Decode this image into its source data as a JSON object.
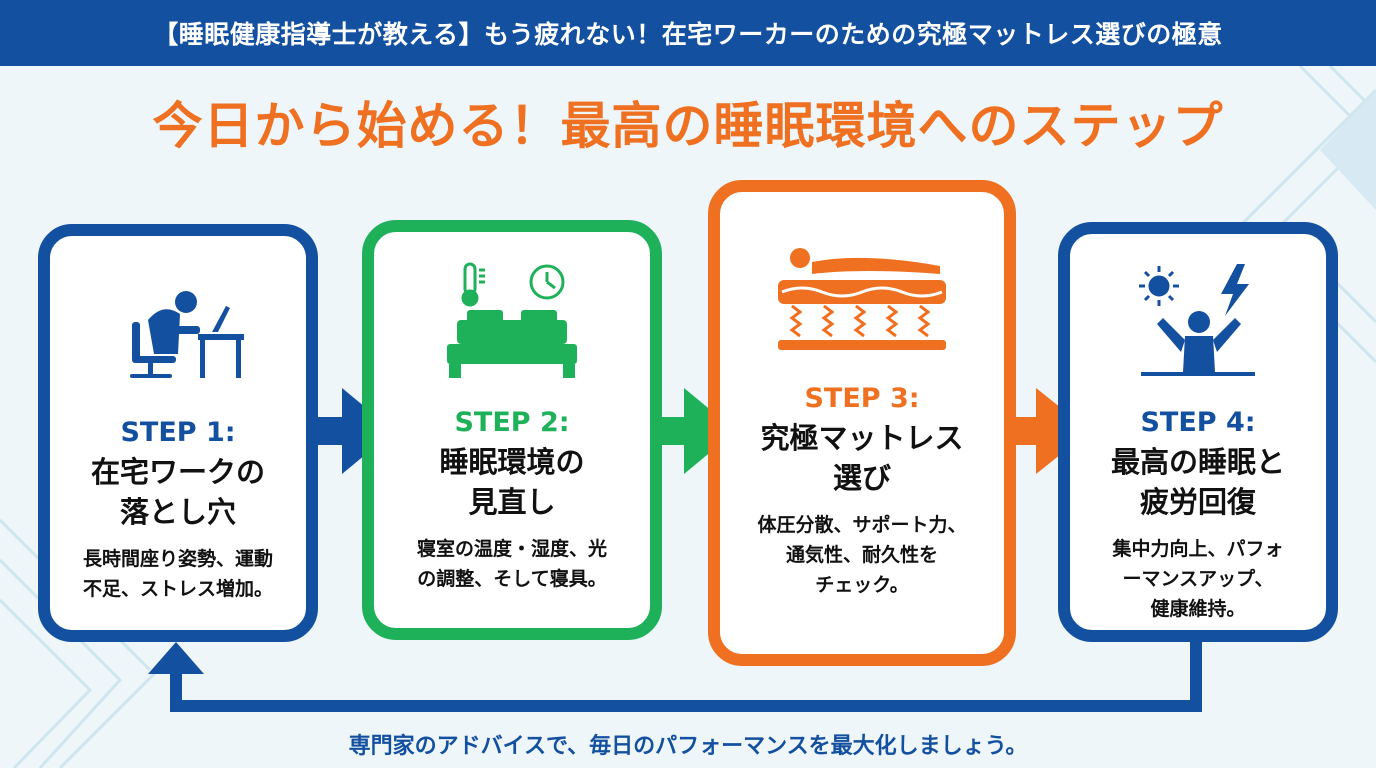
{
  "banner": {
    "title": "【睡眠健康指導士が教える】もう疲れない！在宅ワーカーのための究極マットレス選びの極意"
  },
  "headline": "今日から始める！最高の睡眠環境へのステップ",
  "steps": [
    {
      "label": "STEP 1:",
      "title": "在宅ワークの\n落とし穴",
      "description": "長時間座り姿勢、運動\n不足、ストレス増加。",
      "icon": "person-slumped-at-desk-icon",
      "color": "#1450a0"
    },
    {
      "label": "STEP 2:",
      "title": "睡眠環境の\n見直し",
      "description": "寝室の温度・湿度、光\nの調整、そして寝具。",
      "icon": "bed-thermometer-clock-icon",
      "color": "#1fb15a"
    },
    {
      "label": "STEP 3:",
      "title": "究極マットレス\n選び",
      "description": "体圧分散、サポート力、\n通気性、耐久性を\nチェック。",
      "icon": "person-on-spring-mattress-icon",
      "color": "#ee7020"
    },
    {
      "label": "STEP 4:",
      "title": "最高の睡眠と\n疲労回復",
      "description": "集中力向上、パフォ\nーマンスアップ、\n健康維持。",
      "icon": "energized-person-sun-bolt-icon",
      "color": "#1450a0"
    }
  ],
  "footer": "専門家のアドバイスで、毎日のパフォーマンスを最大化しましょう。"
}
